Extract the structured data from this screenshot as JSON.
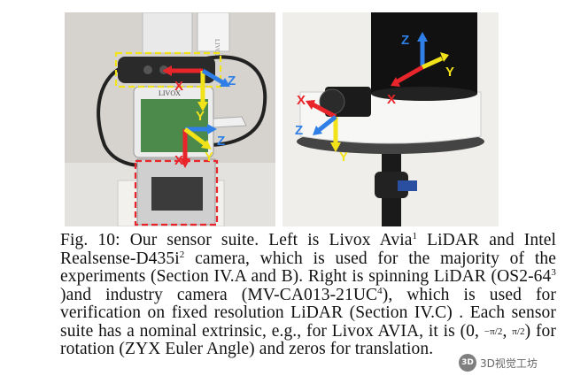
{
  "figure": {
    "left_photo": {
      "device_label": "LIVOX",
      "axes": [
        {
          "id": "lidar-x",
          "label": "X",
          "color": "#e8252b"
        },
        {
          "id": "lidar-y",
          "label": "Y",
          "color": "#f2e21a"
        },
        {
          "id": "lidar-z",
          "label": "Z",
          "color": "#2f7fe6"
        },
        {
          "id": "camera-x",
          "label": "X",
          "color": "#e8252b"
        },
        {
          "id": "camera-y",
          "label": "Y",
          "color": "#f2e21a"
        },
        {
          "id": "camera-z",
          "label": "Z",
          "color": "#2f7fe6"
        }
      ],
      "box_colors": {
        "lidar_box": "#f2e21a",
        "camera_box": "#e8252b"
      }
    },
    "right_photo": {
      "axes": [
        {
          "id": "lidar-x",
          "label": "X",
          "color": "#e8252b"
        },
        {
          "id": "lidar-y",
          "label": "Y",
          "color": "#f2e21a"
        },
        {
          "id": "lidar-z",
          "label": "Z",
          "color": "#2f7fe6"
        },
        {
          "id": "camera-x",
          "label": "X",
          "color": "#e8252b"
        },
        {
          "id": "camera-y",
          "label": "Y",
          "color": "#f2e21a"
        },
        {
          "id": "camera-z",
          "label": "Z",
          "color": "#2f7fe6"
        }
      ]
    }
  },
  "caption": {
    "prefix": "Fig. 10:",
    "t1": "Our sensor suite. Left is Livox Avia",
    "s1": "1",
    "t2": " LiDAR and Intel Realsense-D435i",
    "s2": "2",
    "t3": " camera, which is used for the majority of the experiments (Section IV.A and B). Right is spinning LiDAR (OS2-64",
    "s3": "3",
    "t4": " )and industry camera (MV-CA013-21UC",
    "s4": "4",
    "t5": "), which is used for verification on fixed resolution LiDAR (Section IV.C) . Each sensor suite has a nominal extrinsic, e.g., for Livox AVIA, it is (0, ",
    "frac1": "−π/2",
    "comma": ", ",
    "frac2": "π/2",
    "t6": ")",
    "t7": " for rotation (ZYX Euler Angle) and zeros for translation."
  },
  "watermark": {
    "badge": "3D",
    "text": "3D视觉工坊"
  }
}
